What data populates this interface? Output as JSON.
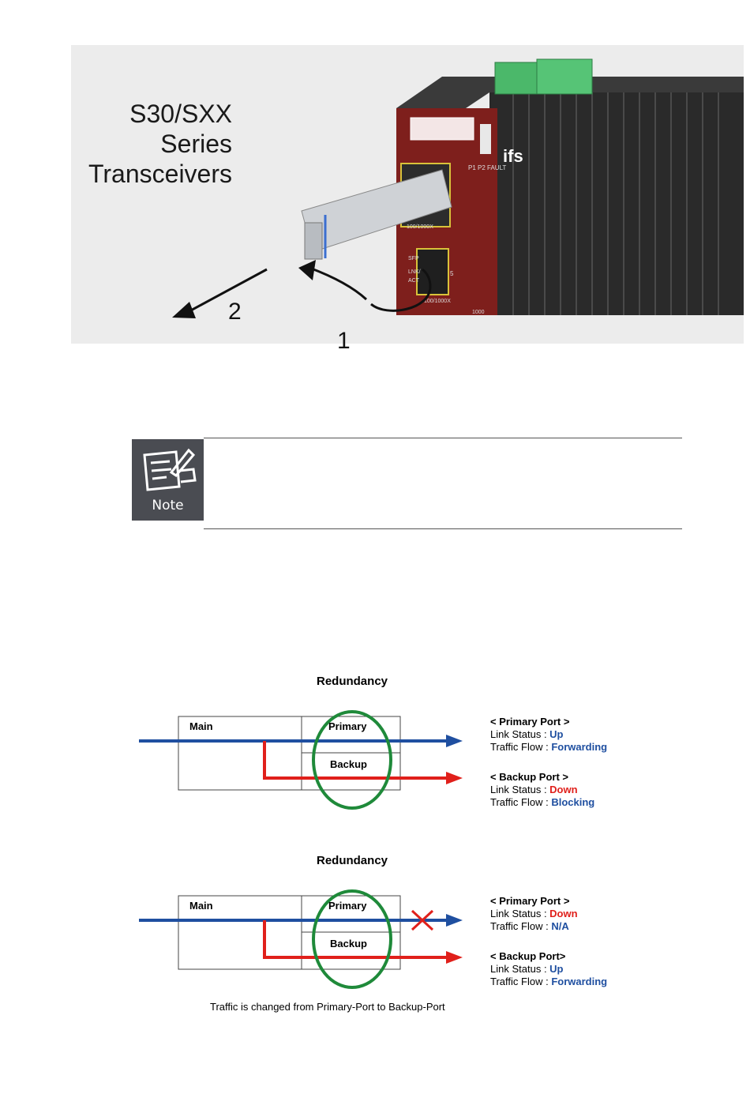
{
  "photo": {
    "title_lines": [
      "S30/SXX",
      "Series",
      "Transceivers"
    ],
    "step1": "1",
    "step2": "2",
    "device": {
      "brand": "ifs",
      "led_labels": [
        "P1",
        "P2",
        "FAULT"
      ],
      "port_labels": [
        "100/1000X",
        "100/1000X"
      ],
      "sfp_labels": [
        "SFP",
        "LNK/",
        "ACT"
      ],
      "port_number": "5",
      "speed_label": "1000"
    }
  },
  "note": {
    "label": "Note"
  },
  "diagrams": [
    {
      "title": "Redundancy",
      "main_label": "Main",
      "primary_label": "Primary",
      "backup_label": "Backup",
      "primary_info": {
        "heading": "< Primary Port >",
        "link_status_label": "Link Status",
        "link_status_value": "Up",
        "traffic_flow_label": "Traffic Flow",
        "traffic_flow_value": "Forwarding"
      },
      "backup_info": {
        "heading": "< Backup Port >",
        "link_status_label": "Link Status",
        "link_status_value": "Down",
        "traffic_flow_label": "Traffic Flow",
        "traffic_flow_value": "Blocking"
      }
    },
    {
      "title": "Redundancy",
      "main_label": "Main",
      "primary_label": "Primary",
      "backup_label": "Backup",
      "primary_info": {
        "heading": "< Primary Port >",
        "link_status_label": "Link Status",
        "link_status_value": "Down",
        "traffic_flow_label": "Traffic Flow",
        "traffic_flow_value": "N/A"
      },
      "backup_info": {
        "heading": "< Backup Port>",
        "link_status_label": "Link Status",
        "link_status_value": "Up",
        "traffic_flow_label": "Traffic Flow",
        "traffic_flow_value": "Forwarding"
      },
      "caption": "Traffic is changed from Primary-Port to Backup-Port"
    }
  ],
  "colors": {
    "primary_line": "#1f4fa0",
    "backup_line": "#e0201b",
    "ellipse": "#1f8a3a",
    "device_panel": "#7e1f1c",
    "device_body": "#2a2a2a",
    "terminal_block": "#4bb86a"
  }
}
